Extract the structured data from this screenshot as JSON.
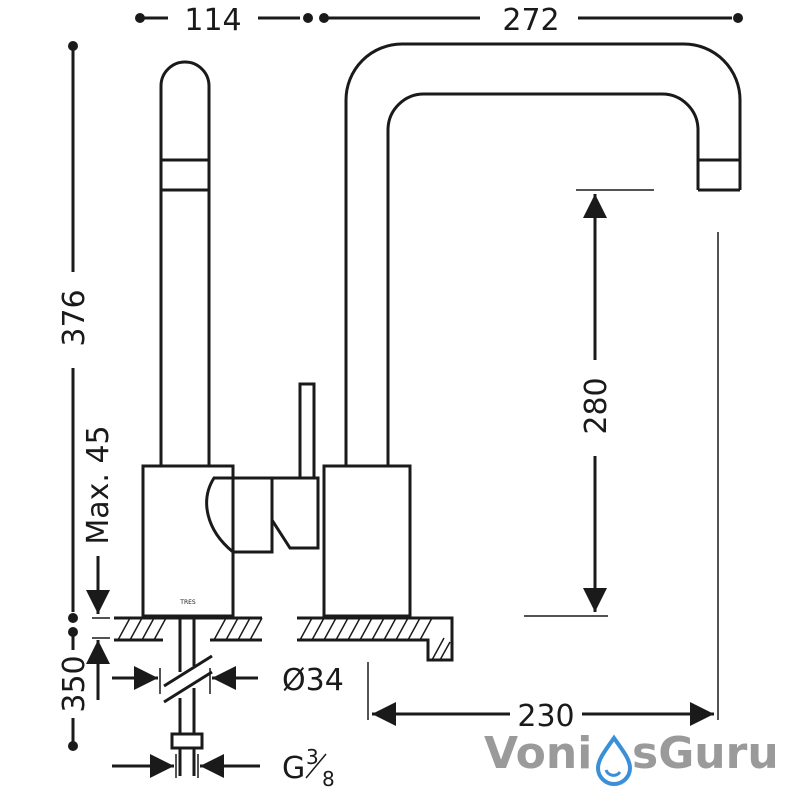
{
  "dimensions": {
    "top_left_width": "114",
    "top_right_width": "272",
    "total_height": "376",
    "spout_height": "280",
    "max_deck": "Max. 45",
    "hose_length": "350",
    "shank_diameter": "Ø34",
    "spout_reach": "230",
    "connection": "G",
    "connection_num": "3",
    "connection_den": "8"
  },
  "brand_mark": "TRES",
  "watermark": {
    "part1": "Voni",
    "part2": "sGuru"
  },
  "colors": {
    "line": "#1a1a1a",
    "watermark_text": "#9a9a9a",
    "watermark_drop": "#3a8fd6"
  }
}
